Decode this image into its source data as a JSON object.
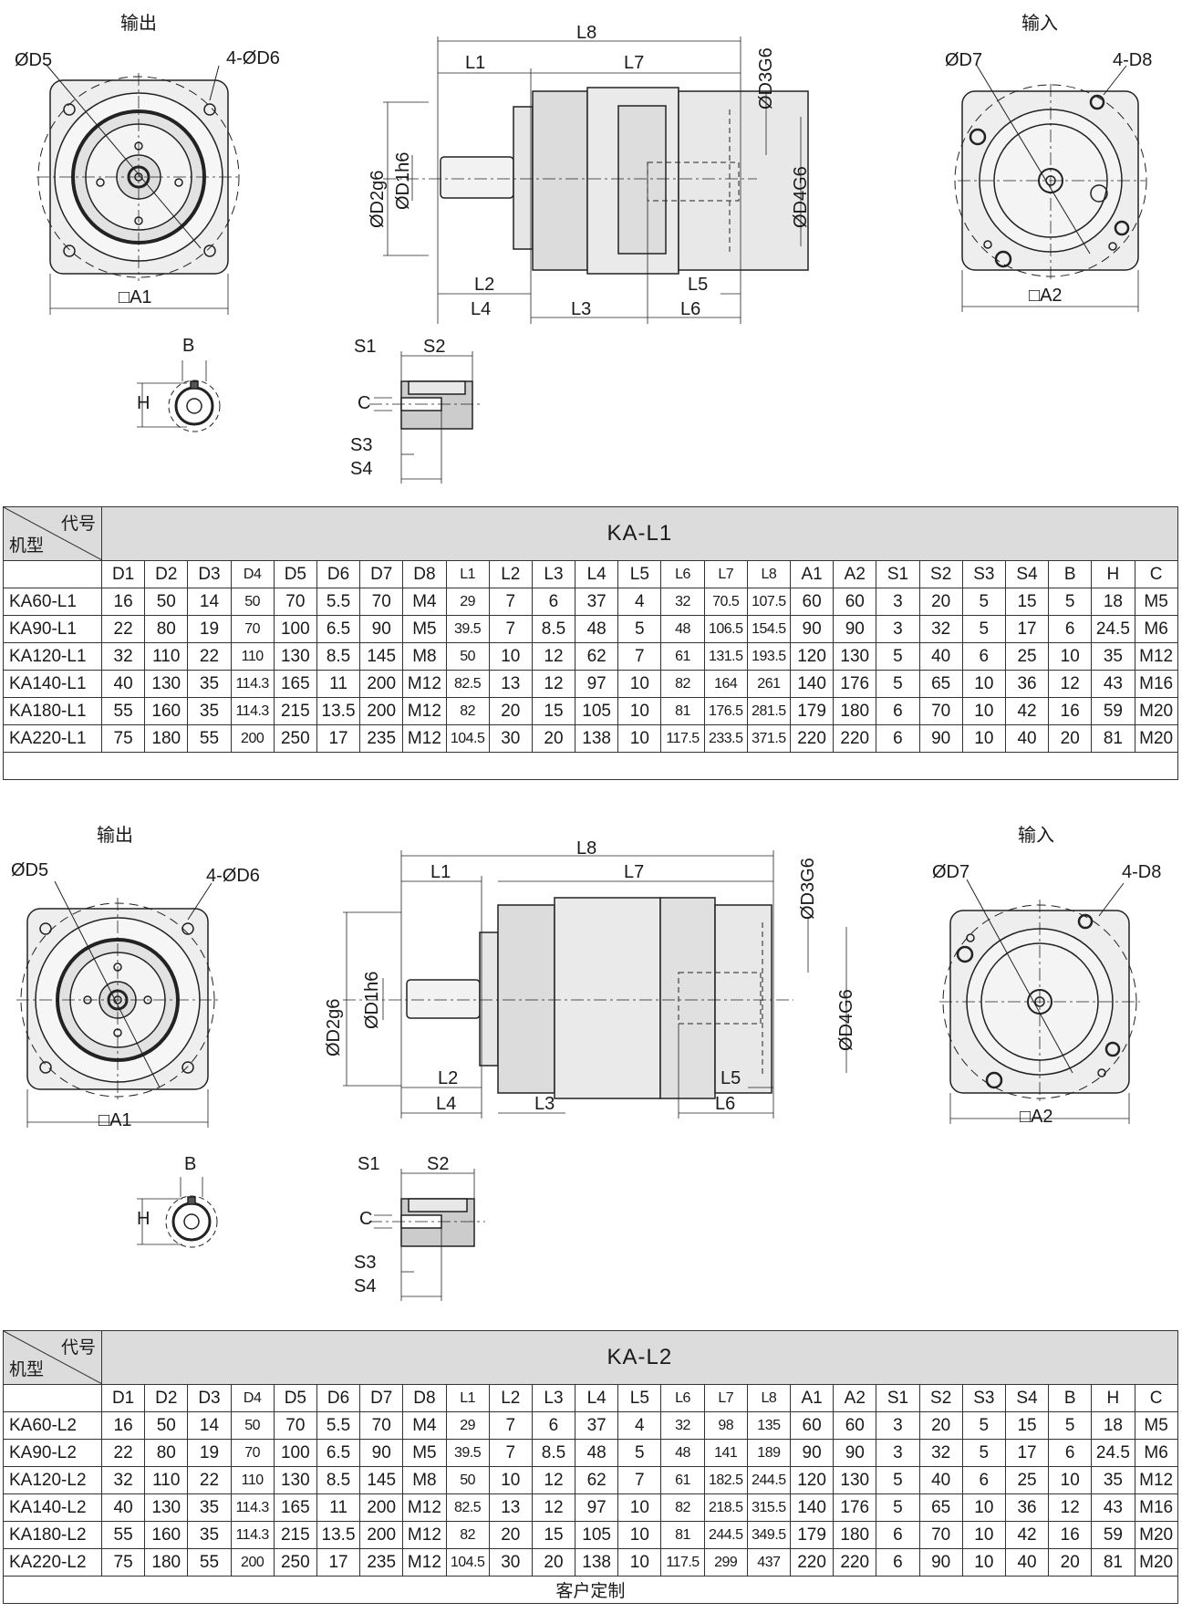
{
  "labels": {
    "output": "输出",
    "input": "输入",
    "d5": "ØD5",
    "d6": "4-ØD6",
    "d7": "ØD7",
    "d8": "4-D8",
    "a1": "□A1",
    "a2": "□A2",
    "l8": "L8",
    "l1": "L1",
    "l7": "L7",
    "d3": "ØD3G6",
    "d4": "ØD4G6",
    "d2": "ØD2g6",
    "d1": "ØD1h6",
    "l2": "L2",
    "l4": "L4",
    "l3": "L3",
    "l5": "L5",
    "l6": "L6",
    "b": "B",
    "h": "H",
    "s1": "S1",
    "s2": "S2",
    "s3": "S3",
    "s4": "S4",
    "c": "C"
  },
  "columns": [
    "D1",
    "D2",
    "D3",
    "D4",
    "D5",
    "D6",
    "D7",
    "D8",
    "L1",
    "L2",
    "L3",
    "L4",
    "L5",
    "L6",
    "L7",
    "L8",
    "A1",
    "A2",
    "S1",
    "S2",
    "S3",
    "S4",
    "B",
    "H",
    "C"
  ],
  "table1": {
    "corner_top": "代号",
    "corner_bottom": "机型",
    "series": "KA-L1",
    "footer": "",
    "rows": [
      {
        "model": "KA60-L1",
        "values": [
          "16",
          "50",
          "14",
          "50",
          "70",
          "5.5",
          "70",
          "M4",
          "29",
          "7",
          "6",
          "37",
          "4",
          "32",
          "70.5",
          "107.5",
          "60",
          "60",
          "3",
          "20",
          "5",
          "15",
          "5",
          "18",
          "M5"
        ]
      },
      {
        "model": "KA90-L1",
        "values": [
          "22",
          "80",
          "19",
          "70",
          "100",
          "6.5",
          "90",
          "M5",
          "39.5",
          "7",
          "8.5",
          "48",
          "5",
          "48",
          "106.5",
          "154.5",
          "90",
          "90",
          "3",
          "32",
          "5",
          "17",
          "6",
          "24.5",
          "M6"
        ]
      },
      {
        "model": "KA120-L1",
        "values": [
          "32",
          "110",
          "22",
          "110",
          "130",
          "8.5",
          "145",
          "M8",
          "50",
          "10",
          "12",
          "62",
          "7",
          "61",
          "131.5",
          "193.5",
          "120",
          "130",
          "5",
          "40",
          "6",
          "25",
          "10",
          "35",
          "M12"
        ]
      },
      {
        "model": "KA140-L1",
        "values": [
          "40",
          "130",
          "35",
          "114.3",
          "165",
          "11",
          "200",
          "M12",
          "82.5",
          "13",
          "12",
          "97",
          "10",
          "82",
          "164",
          "261",
          "140",
          "176",
          "5",
          "65",
          "10",
          "36",
          "12",
          "43",
          "M16"
        ]
      },
      {
        "model": "KA180-L1",
        "values": [
          "55",
          "160",
          "35",
          "114.3",
          "215",
          "13.5",
          "200",
          "M12",
          "82",
          "20",
          "15",
          "105",
          "10",
          "81",
          "176.5",
          "281.5",
          "179",
          "180",
          "6",
          "70",
          "10",
          "42",
          "16",
          "59",
          "M20"
        ]
      },
      {
        "model": "KA220-L1",
        "values": [
          "75",
          "180",
          "55",
          "200",
          "250",
          "17",
          "235",
          "M12",
          "104.5",
          "30",
          "20",
          "138",
          "10",
          "117.5",
          "233.5",
          "371.5",
          "220",
          "220",
          "6",
          "90",
          "10",
          "40",
          "20",
          "81",
          "M20"
        ]
      }
    ]
  },
  "table2": {
    "corner_top": "代号",
    "corner_bottom": "机型",
    "series": "KA-L2",
    "footer": "客户定制",
    "rows": [
      {
        "model": "KA60-L2",
        "values": [
          "16",
          "50",
          "14",
          "50",
          "70",
          "5.5",
          "70",
          "M4",
          "29",
          "7",
          "6",
          "37",
          "4",
          "32",
          "98",
          "135",
          "60",
          "60",
          "3",
          "20",
          "5",
          "15",
          "5",
          "18",
          "M5"
        ]
      },
      {
        "model": "KA90-L2",
        "values": [
          "22",
          "80",
          "19",
          "70",
          "100",
          "6.5",
          "90",
          "M5",
          "39.5",
          "7",
          "8.5",
          "48",
          "5",
          "48",
          "141",
          "189",
          "90",
          "90",
          "3",
          "32",
          "5",
          "17",
          "6",
          "24.5",
          "M6"
        ]
      },
      {
        "model": "KA120-L2",
        "values": [
          "32",
          "110",
          "22",
          "110",
          "130",
          "8.5",
          "145",
          "M8",
          "50",
          "10",
          "12",
          "62",
          "7",
          "61",
          "182.5",
          "244.5",
          "120",
          "130",
          "5",
          "40",
          "6",
          "25",
          "10",
          "35",
          "M12"
        ]
      },
      {
        "model": "KA140-L2",
        "values": [
          "40",
          "130",
          "35",
          "114.3",
          "165",
          "11",
          "200",
          "M12",
          "82.5",
          "13",
          "12",
          "97",
          "10",
          "82",
          "218.5",
          "315.5",
          "140",
          "176",
          "5",
          "65",
          "10",
          "36",
          "12",
          "43",
          "M16"
        ]
      },
      {
        "model": "KA180-L2",
        "values": [
          "55",
          "160",
          "35",
          "114.3",
          "215",
          "13.5",
          "200",
          "M12",
          "82",
          "20",
          "15",
          "105",
          "10",
          "81",
          "244.5",
          "349.5",
          "179",
          "180",
          "6",
          "70",
          "10",
          "42",
          "16",
          "59",
          "M20"
        ]
      },
      {
        "model": "KA220-L2",
        "values": [
          "75",
          "180",
          "55",
          "200",
          "250",
          "17",
          "235",
          "M12",
          "104.5",
          "30",
          "20",
          "138",
          "10",
          "117.5",
          "299",
          "437",
          "220",
          "220",
          "6",
          "90",
          "10",
          "40",
          "20",
          "81",
          "M20"
        ]
      }
    ]
  }
}
